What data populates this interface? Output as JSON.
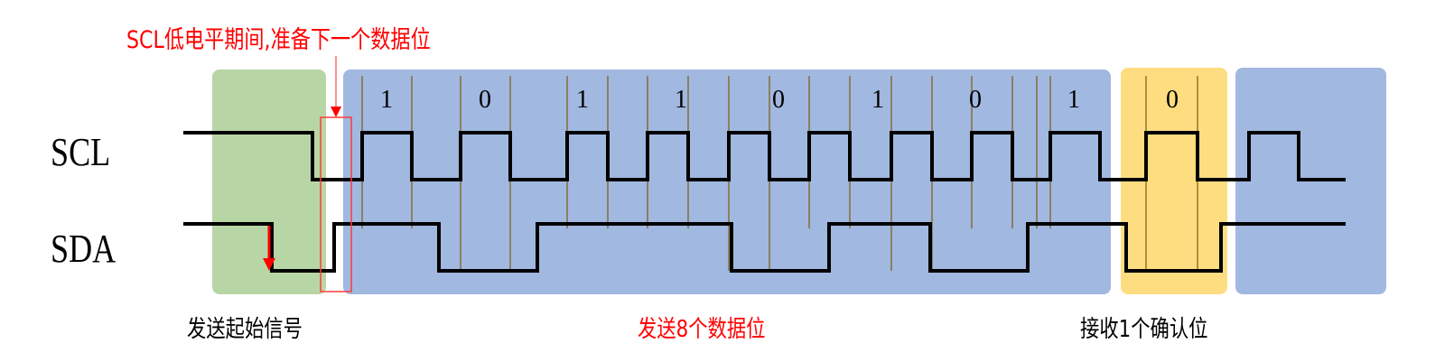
{
  "annotation": {
    "text": "SCL低电平期间,准备下一个数据位",
    "color": "#ff0000"
  },
  "signals": {
    "scl_label": "SCL",
    "sda_label": "SDA"
  },
  "bits": [
    {
      "value": "1"
    },
    {
      "value": "0"
    },
    {
      "value": "1"
    },
    {
      "value": "1"
    },
    {
      "value": "0"
    },
    {
      "value": "1"
    },
    {
      "value": "0"
    },
    {
      "value": "1"
    }
  ],
  "ack_bit": {
    "value": "0"
  },
  "captions": {
    "start": "发送起始信号",
    "data": "发送8个数据位",
    "ack": "接收1个确认位"
  },
  "colors": {
    "start_region": "#b8d6a5",
    "data_region": "#a1b8e0",
    "ack_region": "#fedd80",
    "highlight": "#ff0000",
    "sample_line": "#7a5c10"
  }
}
